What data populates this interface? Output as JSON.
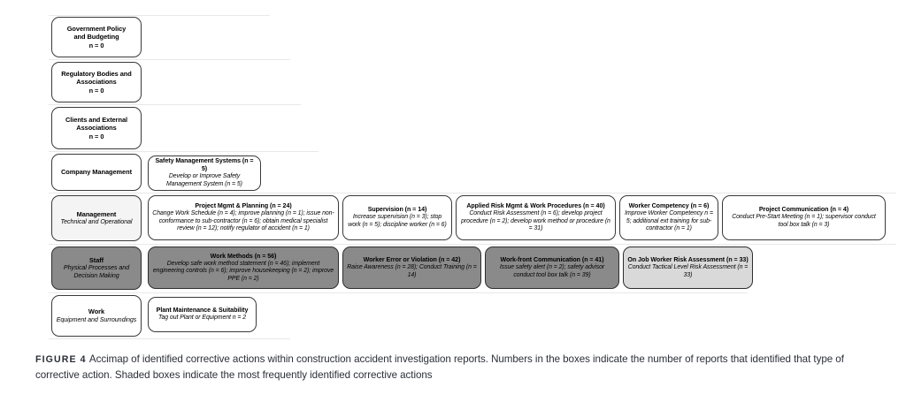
{
  "figure": {
    "caption_label": "FIGURE 4",
    "caption_text": "Accimap of identified corrective actions within construction accident investigation reports. Numbers in the boxes indicate the number of reports that identified that type of corrective action. Shaded boxes indicate the most frequently identified corrective actions"
  },
  "colors": {
    "box_border": "#3a3a3a",
    "box_fill": "#ffffff",
    "shade_dark": "#8a8a8a",
    "shade_mid": "#d9d9d9",
    "shade_pale": "#f4f4f4",
    "row_line": "#e8e8e8"
  },
  "levels": [
    {
      "title": "Government Policy",
      "title2": "and Budgeting",
      "sub": "n = 0"
    },
    {
      "title": "Regulatory Bodies and",
      "title2": "Associations",
      "sub": "n = 0"
    },
    {
      "title": "Clients and External",
      "title2": "Associations",
      "sub": "n = 0"
    },
    {
      "title": "Company Management",
      "title2": "",
      "sub": ""
    },
    {
      "title": "Management",
      "title2": "",
      "sub": "Technical and Operational"
    },
    {
      "title": "Staff",
      "title2": "",
      "sub": "Physical Processes and Decision Making"
    },
    {
      "title": "Work",
      "title2": "",
      "sub": "Equipment and Surroundings"
    }
  ],
  "nodes": {
    "safety_management_systems": {
      "title": "Safety Management Systems (n = 5)",
      "detail": "Develop or Improve Safety Management System (n = 5)"
    },
    "project_mgmt_planning": {
      "title": "Project Mgmt & Planning (n = 24)",
      "detail": "Change Work Schedule (n = 4); improve planning (n = 1); issue non-conformance to sub-contractor (n = 6); obtain medical specialist review (n = 12); notify regulator of accident (n = 1)"
    },
    "supervision": {
      "title": "Supervision (n = 14)",
      "detail": "Increase supervision (n = 3); stop work (n = 5); discipline worker (n = 6)"
    },
    "applied_risk_mgmt": {
      "title": "Applied Risk Mgmt & Work Procedures (n = 40)",
      "detail": "Conduct Risk Assessment (n = 6); develop project procedure (n = 2); develop work method or procedure (n = 31)"
    },
    "worker_competency": {
      "title": "Worker Competency (n = 6)",
      "detail": "Improve Worker Competency n = 5; additional ext training for sub-contractor (n = 1)"
    },
    "project_communication": {
      "title": "Project Communication (n = 4)",
      "detail": "Conduct Pre-Start Meeting (n = 1); supervisor conduct tool box talk (n = 3)"
    },
    "work_methods": {
      "title": "Work Methods (n = 56)",
      "detail": "Develop safe work method statement (n = 46); implement engineering controls (n = 6); improve housekeeping (n = 2); improve PPE (n = 2)"
    },
    "worker_error_or_violation": {
      "title": "Worker Error or Violation (n = 42)",
      "detail": "Raise Awareness (n = 28); Conduct Training (n = 14)"
    },
    "work_front_communication": {
      "title": "Work-front Communication (n = 41)",
      "detail": "Issue safety alert (n = 2); safety advisor conduct tool box talk (n = 39)"
    },
    "on_job_worker_risk_assessment": {
      "title": "On Job Worker Risk Assessment (n = 33)",
      "detail": "Conduct Tactical Level Risk Assessment (n = 33)"
    },
    "plant_maintenance_suitability": {
      "title": "Plant Maintenance & Suitability",
      "detail": "Tag out Plant or Equipment n = 2"
    }
  }
}
